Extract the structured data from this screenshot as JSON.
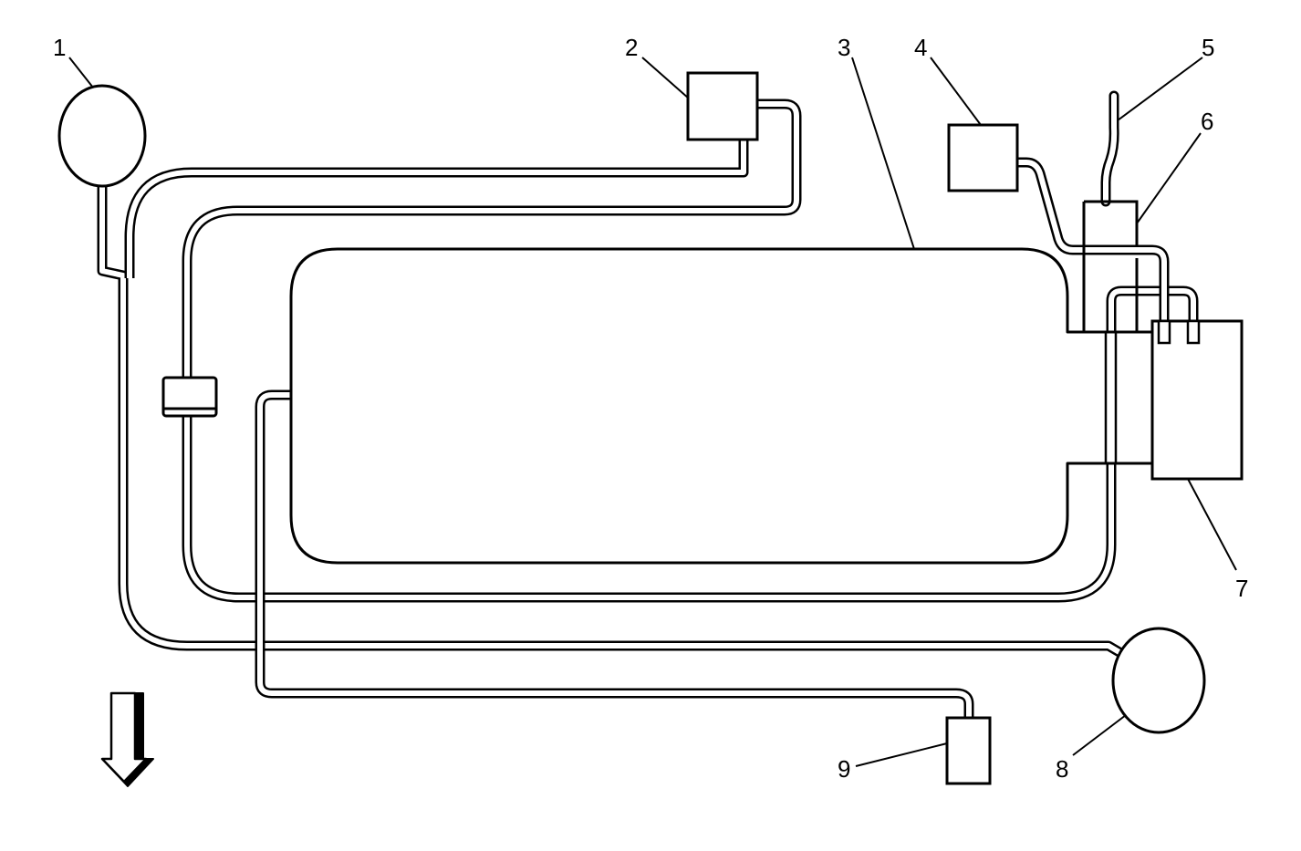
{
  "labels": {
    "l1": "1",
    "l2": "2",
    "l3": "3",
    "l4": "4",
    "l5": "5",
    "l6": "6",
    "l7": "7",
    "l8": "8",
    "l9": "9"
  },
  "colors": {
    "line": "#000000",
    "background": "#ffffff"
  },
  "icons": {
    "direction": "down-arrow-icon"
  }
}
